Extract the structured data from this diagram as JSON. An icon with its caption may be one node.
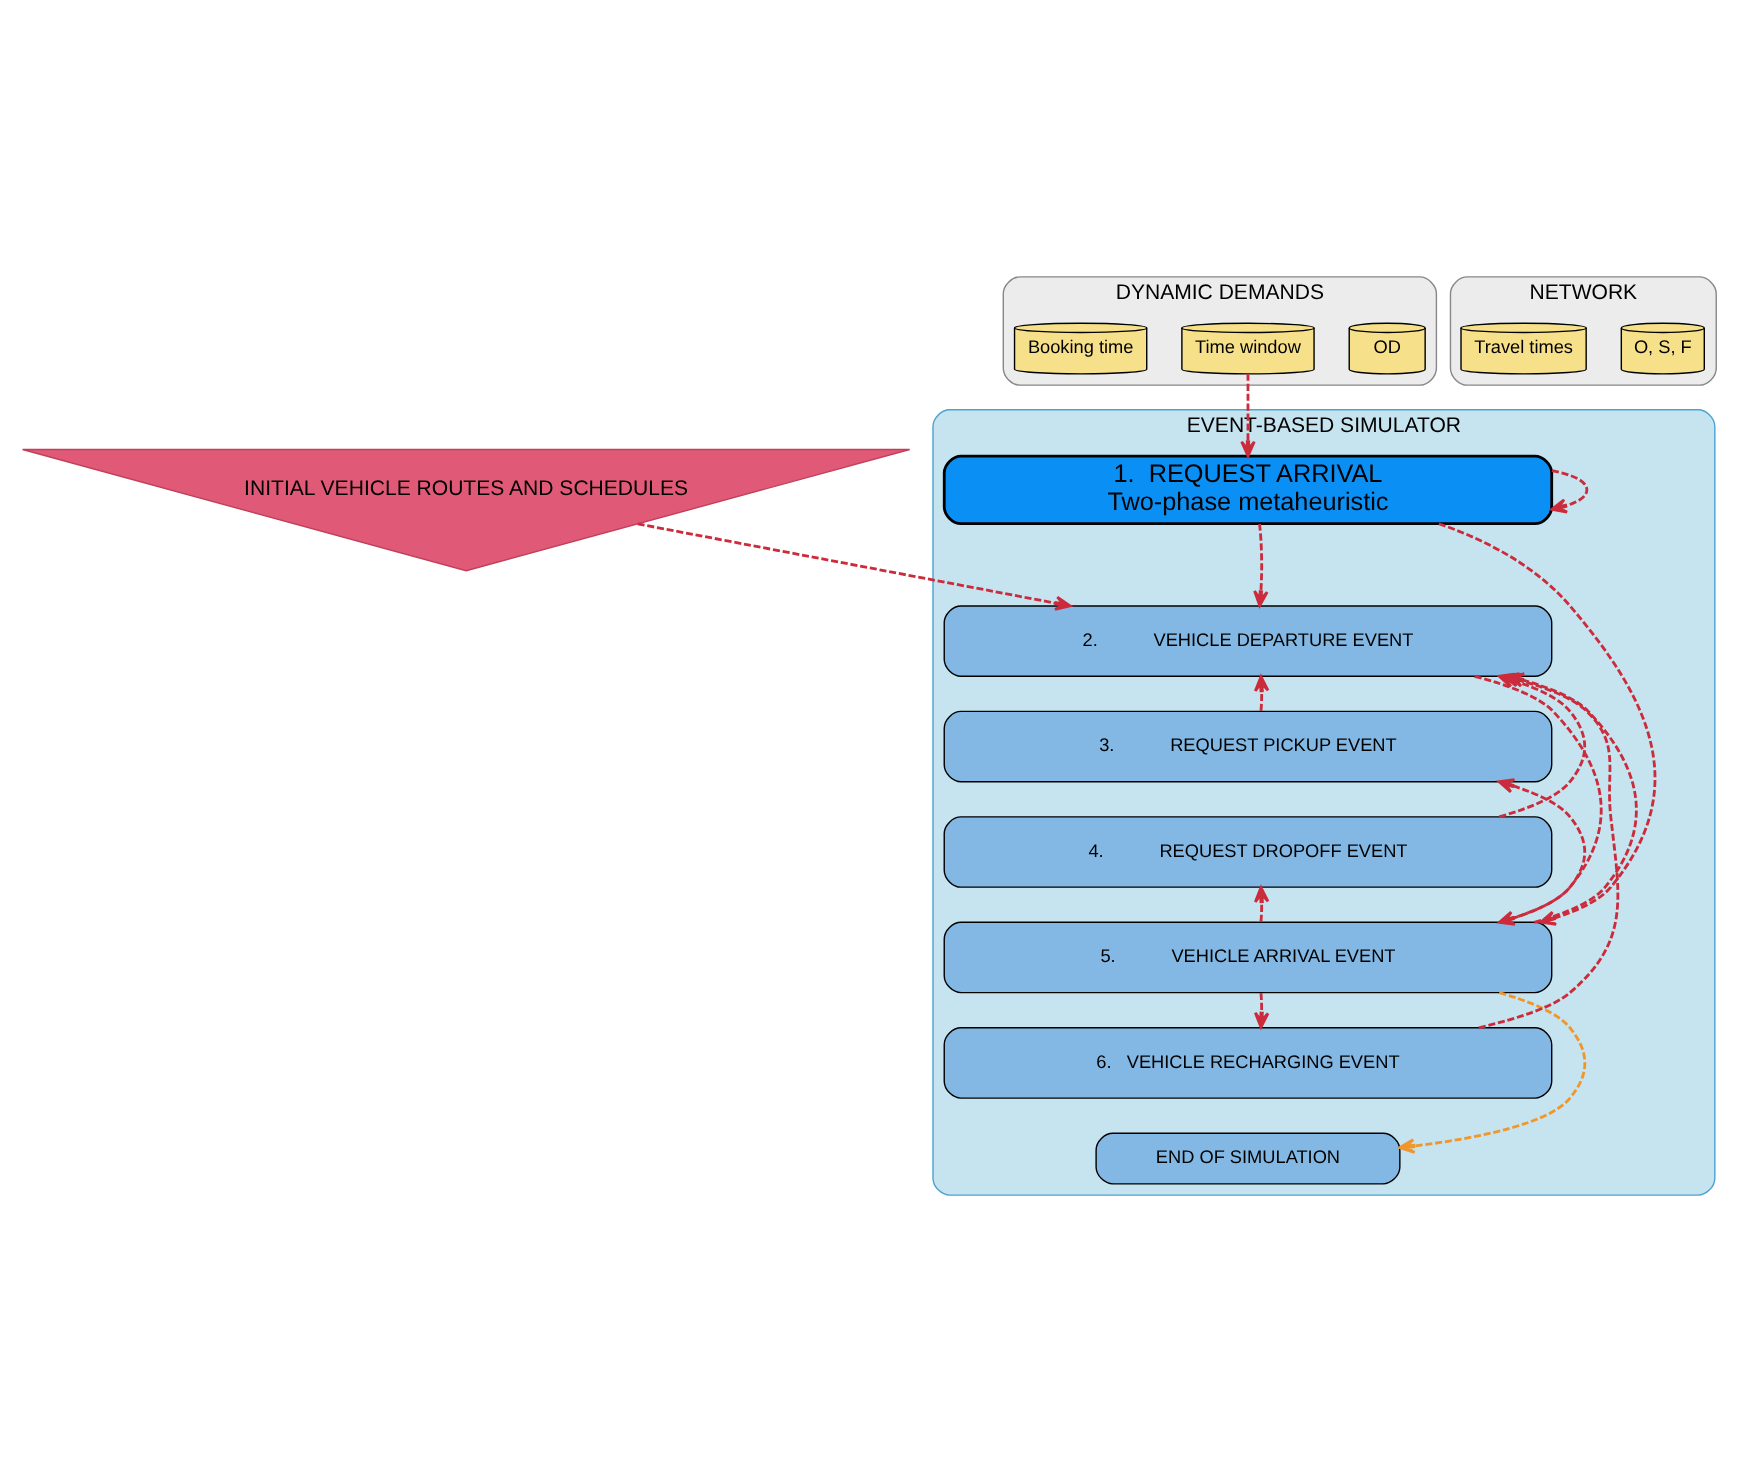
{
  "diagram": {
    "nodes": [
      {
        "text": [
          "INITIAL VEHICLE ROUTES AND SCHEDULES"
        ]
      },
      {
        "text": [
          "NETWORK"
        ]
      },
      {
        "text": [
          "O, S, F"
        ],
        "in": 1
      },
      {
        "text": [
          "Travel times"
        ],
        "in": 1
      },
      {
        "text": [
          "DYNAMIC DEMANDS"
        ]
      },
      {
        "text": [
          "OD"
        ],
        "in": 4
      },
      {
        "text": [
          "Time window"
        ],
        "in": 4
      },
      {
        "text": [
          "Booking time"
        ],
        "in": 4
      },
      {
        "text": [
          "EVENT-BASED SIMULATOR"
        ]
      },
      {
        "text": [
          "1.  REQUEST ARRIVAL",
          "Two-phase metaheuristic"
        ],
        "in": 8
      },
      {
        "text": [
          "2.           VEHICLE DEPARTURE EVENT"
        ],
        "in": 8
      },
      {
        "text": [
          "3.           REQUEST PICKUP EVENT"
        ],
        "in": 8
      },
      {
        "text": [
          "4.           REQUEST DROPOFF EVENT"
        ],
        "in": 8
      },
      {
        "text": [
          "5.           VEHICLE ARRIVAL EVENT"
        ],
        "in": 8
      },
      {
        "text": [
          "6.   VEHICLE RECHARGING EVENT"
        ],
        "in": 8
      },
      {
        "text": [
          "END OF SIMULATION"
        ],
        "in": 8
      }
    ],
    "edges": [
      {
        "from": 6,
        "to": 9,
        "arrow": "to",
        "style": "dashed"
      },
      {
        "from": 0,
        "to": 10,
        "arrow": "to",
        "style": "dashed"
      },
      {
        "from": 9,
        "to": 9,
        "arrow": "to",
        "style": "dashed"
      },
      {
        "from": 9,
        "to": 10,
        "arrow": "to",
        "style": "dashed"
      },
      {
        "from": 9,
        "to": 13,
        "arrow": "to",
        "style": "dashed"
      },
      {
        "from": 10,
        "to": 13,
        "arrow": "to",
        "style": "dashed"
      },
      {
        "from": 11,
        "to": 10,
        "arrow": "to",
        "style": "dashed"
      },
      {
        "from": 12,
        "to": 10,
        "arrow": "to",
        "style": "dashed"
      },
      {
        "from": 13,
        "to": 10,
        "arrow": "to",
        "style": "dashed"
      },
      {
        "from": 14,
        "to": 10,
        "arrow": "to",
        "style": "dashed"
      },
      {
        "from": 13,
        "to": 11,
        "arrow": "to",
        "style": "dashed"
      },
      {
        "from": 13,
        "to": 12,
        "arrow": "to",
        "style": "dashed"
      },
      {
        "from": 13,
        "to": 14,
        "arrow": "to",
        "style": "dashed"
      },
      {
        "from": 13,
        "to": 15,
        "arrow": "to",
        "style": "dashed",
        "color": "#f0962a"
      }
    ]
  }
}
